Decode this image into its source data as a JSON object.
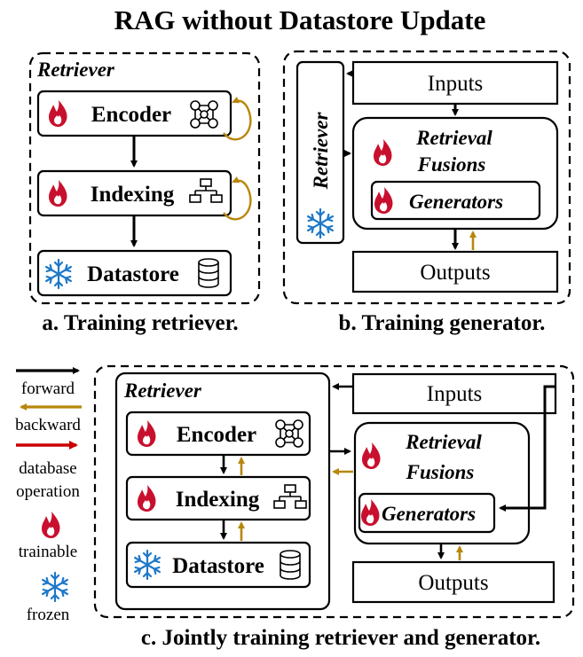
{
  "title": "RAG without Datastore Update",
  "panel_a": {
    "label": "Retriever",
    "encoder": "Encoder",
    "indexing": "Indexing",
    "datastore": "Datastore",
    "caption": "a. Training retriever."
  },
  "panel_b": {
    "retriever": "Retriever",
    "inputs": "Inputs",
    "fusion_line1": "Retrieval",
    "fusion_line2": "Fusions",
    "generators": "Generators",
    "outputs": "Outputs",
    "caption": "b. Training generator."
  },
  "panel_c": {
    "label": "Retriever",
    "encoder": "Encoder",
    "indexing": "Indexing",
    "datastore": "Datastore",
    "inputs": "Inputs",
    "fusion_line1": "Retrieval",
    "fusion_line2": "Fusions",
    "generators": "Generators",
    "outputs": "Outputs",
    "caption": "c. Jointly training retriever and generator."
  },
  "legend": {
    "forward": "forward",
    "backward": "backward",
    "db_line1": "database",
    "db_line2": "operation",
    "trainable": "trainable",
    "frozen": "frozen"
  },
  "colors": {
    "forward": "#000000",
    "backward": "#b8860b",
    "database": "#cc0000",
    "flame": "#c8102e",
    "snowflake": "#1e78c8"
  },
  "icons": [
    "flame-icon",
    "snowflake-icon",
    "network-icon",
    "hierarchy-icon",
    "database-icon"
  ]
}
